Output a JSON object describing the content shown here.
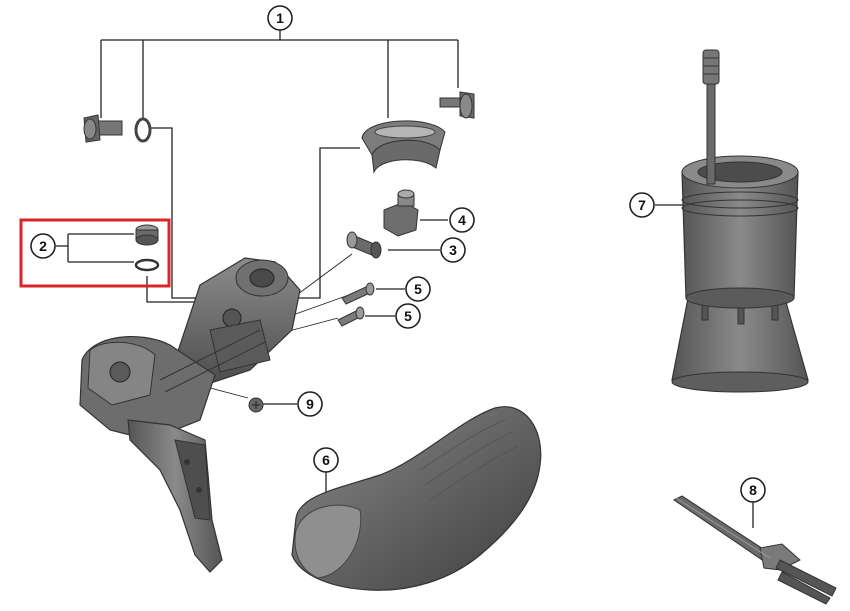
{
  "callouts": [
    {
      "label": "1"
    },
    {
      "label": "2"
    },
    {
      "label": "3"
    },
    {
      "label": "4"
    },
    {
      "label": "5"
    },
    {
      "label": "5"
    },
    {
      "label": "6"
    },
    {
      "label": "7"
    },
    {
      "label": "8"
    },
    {
      "label": "9"
    }
  ],
  "colors": {
    "highlight_box": "#d9262b",
    "part_fill": "#6e6e6e",
    "part_dark": "#4a4a4a",
    "part_light": "#9a9a9a",
    "leader_line": "#222222"
  }
}
